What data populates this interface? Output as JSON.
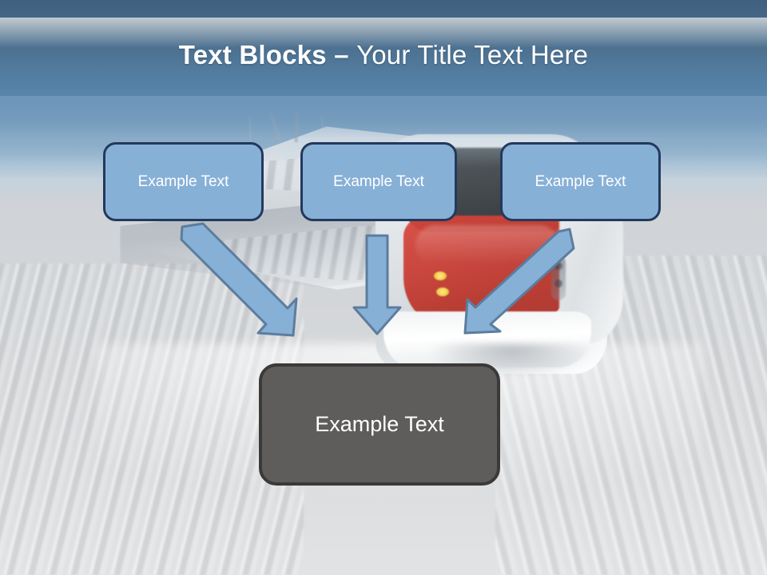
{
  "slide": {
    "title": {
      "bold_part": "Text Blocks – ",
      "regular_part": "Your Title Text Here",
      "color": "#ffffff"
    },
    "background": {
      "description": "high-speed train motion blur photo",
      "sky_top_color": "#3f6080",
      "sky_mid_color": "#5e8cb2",
      "ground_color": "#d2d5d8",
      "train_nose_color": "#c83c32",
      "train_body_color": "#e4e8eb"
    },
    "top_boxes": [
      {
        "label": "Example Text",
        "fill": "#87b0d7",
        "border": "#23395c"
      },
      {
        "label": "Example Text",
        "fill": "#87b0d7",
        "border": "#23395c"
      },
      {
        "label": "Example Text",
        "fill": "#87b0d7",
        "border": "#23395c"
      }
    ],
    "bottom_box": {
      "label": "Example Text",
      "fill": "#5e5d5c",
      "border": "#3b3a39"
    },
    "arrows": [
      {
        "name": "arrow-diagonal-down-right",
        "direction": "down-right",
        "fill": "#87b0d7",
        "stroke": "#5c7d9e"
      },
      {
        "name": "arrow-down",
        "direction": "down",
        "fill": "#87b0d7",
        "stroke": "#5c7d9e"
      },
      {
        "name": "arrow-diagonal-down-left",
        "direction": "down-left",
        "fill": "#87b0d7",
        "stroke": "#5c7d9e"
      }
    ]
  }
}
